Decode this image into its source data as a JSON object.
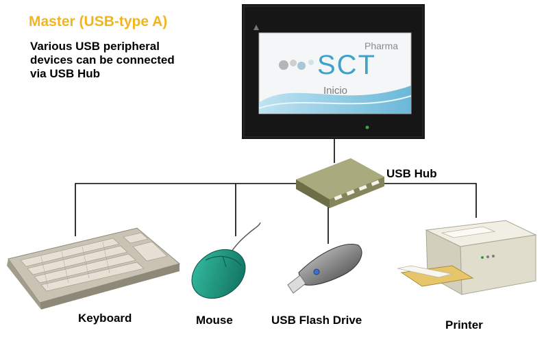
{
  "title": "Master (USB-type A)",
  "description": [
    "Various USB peripheral",
    "devices can be connected",
    "via USB Hub"
  ],
  "hmi": {
    "brand": "Pharma",
    "logo": "SCT",
    "button": "Inicio"
  },
  "labels": {
    "hub": "USB Hub",
    "keyboard": "Keyboard",
    "mouse": "Mouse",
    "flash": "USB Flash Drive",
    "printer": "Printer"
  },
  "icons": [
    "hmi-screen-icon",
    "usb-hub-icon",
    "keyboard-icon",
    "mouse-icon",
    "usb-flash-drive-icon",
    "printer-icon"
  ],
  "colors": {
    "title": "#f2b51c",
    "hub": "#8f9066",
    "mouse": "#1d9a83",
    "lines": "#000000"
  }
}
